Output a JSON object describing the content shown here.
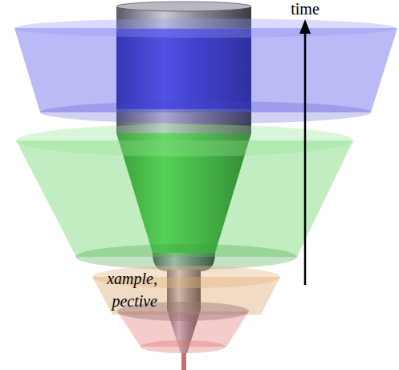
{
  "diagram": {
    "labels": [
      "time",
      "xample,",
      "pective"
    ]
  }
}
